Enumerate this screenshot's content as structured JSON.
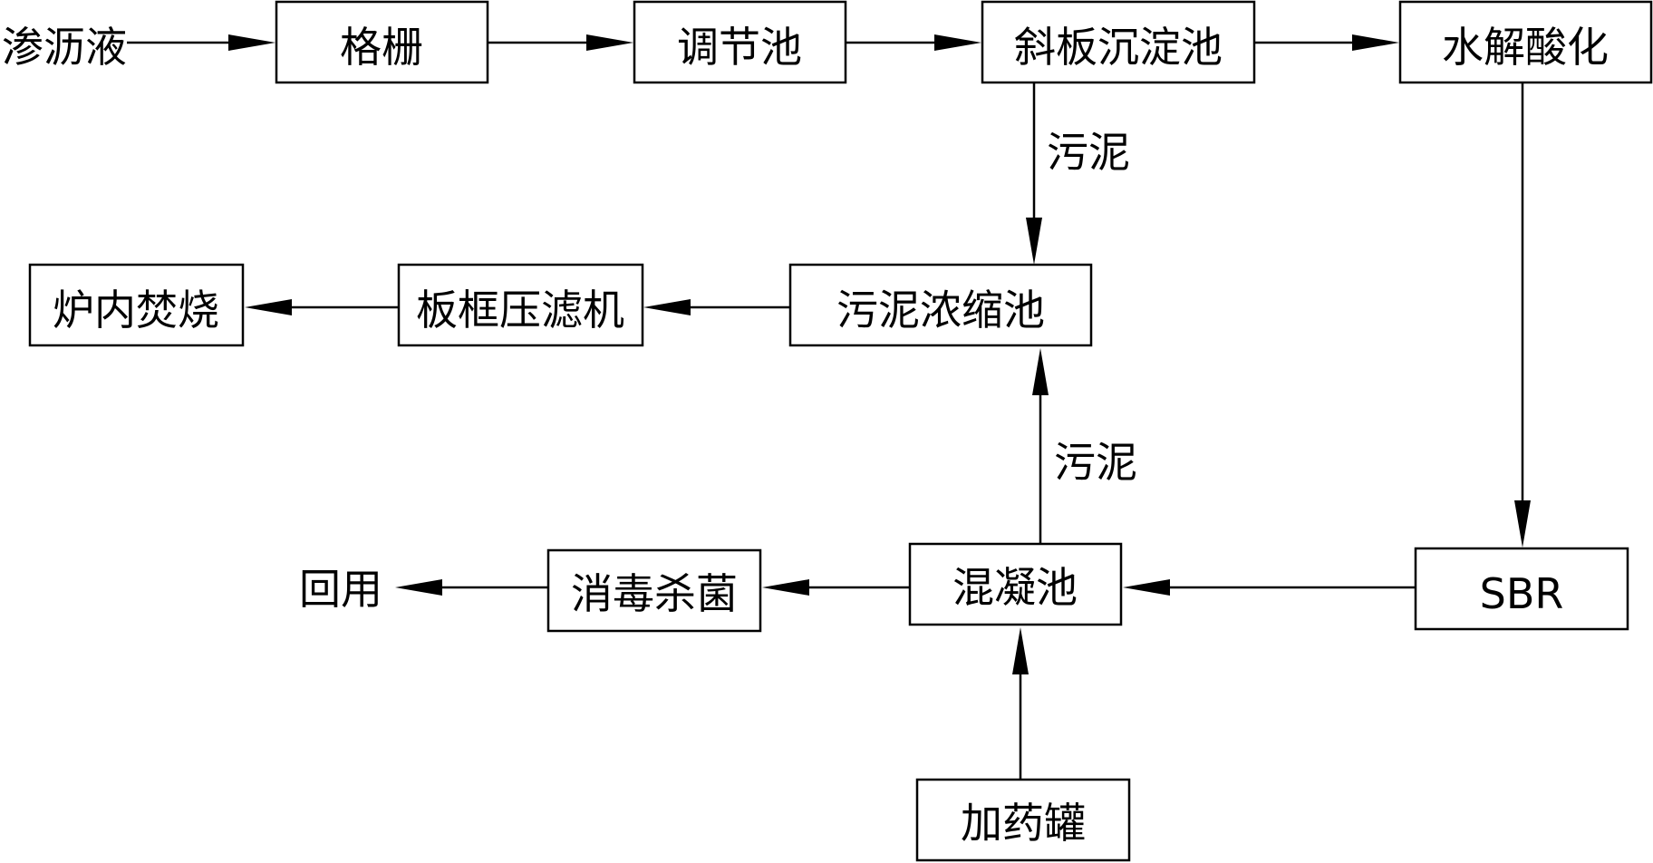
{
  "diagram": {
    "nodes": {
      "leachate": "渗沥液",
      "screen": "格栅",
      "equalization": "调节池",
      "inclined_settler": "斜板沉淀池",
      "hydrolysis": "水解酸化",
      "incineration": "炉内焚烧",
      "filter_press": "板框压滤机",
      "thickener": "污泥浓缩池",
      "reuse": "回用",
      "disinfection": "消毒杀菌",
      "coagulation": "混凝池",
      "sbr": "SBR",
      "dosing_tank": "加药罐"
    },
    "edge_labels": {
      "settler_to_thickener": "污泥",
      "coagulation_to_thickener": "污泥"
    },
    "edges": [
      [
        "leachate",
        "screen"
      ],
      [
        "screen",
        "equalization"
      ],
      [
        "equalization",
        "inclined_settler"
      ],
      [
        "inclined_settler",
        "hydrolysis"
      ],
      [
        "hydrolysis",
        "sbr"
      ],
      [
        "inclined_settler",
        "thickener"
      ],
      [
        "thickener",
        "filter_press"
      ],
      [
        "filter_press",
        "incineration"
      ],
      [
        "sbr",
        "coagulation"
      ],
      [
        "coagulation",
        "thickener"
      ],
      [
        "coagulation",
        "disinfection"
      ],
      [
        "disinfection",
        "reuse"
      ],
      [
        "dosing_tank",
        "coagulation"
      ]
    ]
  }
}
